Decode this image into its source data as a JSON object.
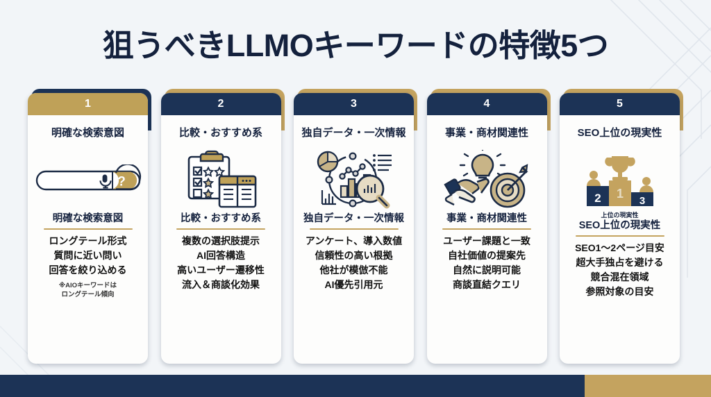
{
  "page": {
    "title": "狙うべきLLMOキーワードの特徴5つ",
    "background_color": "#f2f5f8",
    "navy": "#1c3356",
    "gold": "#bfa158",
    "gold_light": "#c4a35f"
  },
  "cards": [
    {
      "number": "1",
      "accent": "gold",
      "top_title": "明確な検索意図",
      "icon": "search-bar-with-mic-icon",
      "icon_caption": "",
      "subtitle": "明確な検索意図",
      "bullets": [
        "ロングテール形式",
        "質問に近い問い",
        "回答を絞り込める"
      ],
      "footnote": [
        "※AIOキーワードは",
        "ロングテール傾向"
      ]
    },
    {
      "number": "2",
      "accent": "navy",
      "top_title": "比較・おすすめ系",
      "icon": "clipboard-checklist-comparison-icon",
      "icon_caption": "",
      "subtitle": "比較・おすすめ系",
      "bullets": [
        "複数の選択肢提示",
        "AI回答構造",
        "高いユーザー遷移性",
        "流入＆商談化効果"
      ],
      "footnote": []
    },
    {
      "number": "3",
      "accent": "navy",
      "top_title": "独自データ・一次情報",
      "icon": "data-analytics-magnifier-icon",
      "icon_caption": "",
      "subtitle": "独自データ・一次情報",
      "bullets": [
        "アンケート、導入数値",
        "信頼性の高い根拠",
        "他社が模倣不能",
        "AI優先引用元"
      ],
      "footnote": []
    },
    {
      "number": "4",
      "accent": "navy",
      "top_title": "事業・商材関連性",
      "icon": "handshake-lightbulb-target-icon",
      "icon_caption": "",
      "subtitle": "事業・商材関連性",
      "bullets": [
        "ユーザー課題と一致",
        "自社価値の提案先",
        "自然に説明可能",
        "商談直結クエリ"
      ],
      "footnote": []
    },
    {
      "number": "5",
      "accent": "navy",
      "top_title": "SEO上位の現実性",
      "icon": "podium-trophy-ranking-icon",
      "icon_caption": "上位の現実性",
      "subtitle": "SEO上位の現実性",
      "bullets": [
        "SEO1〜2ページ目安",
        "超大手独占を避ける",
        "競合混在領域",
        "参照対象の目安"
      ],
      "footnote": []
    }
  ]
}
